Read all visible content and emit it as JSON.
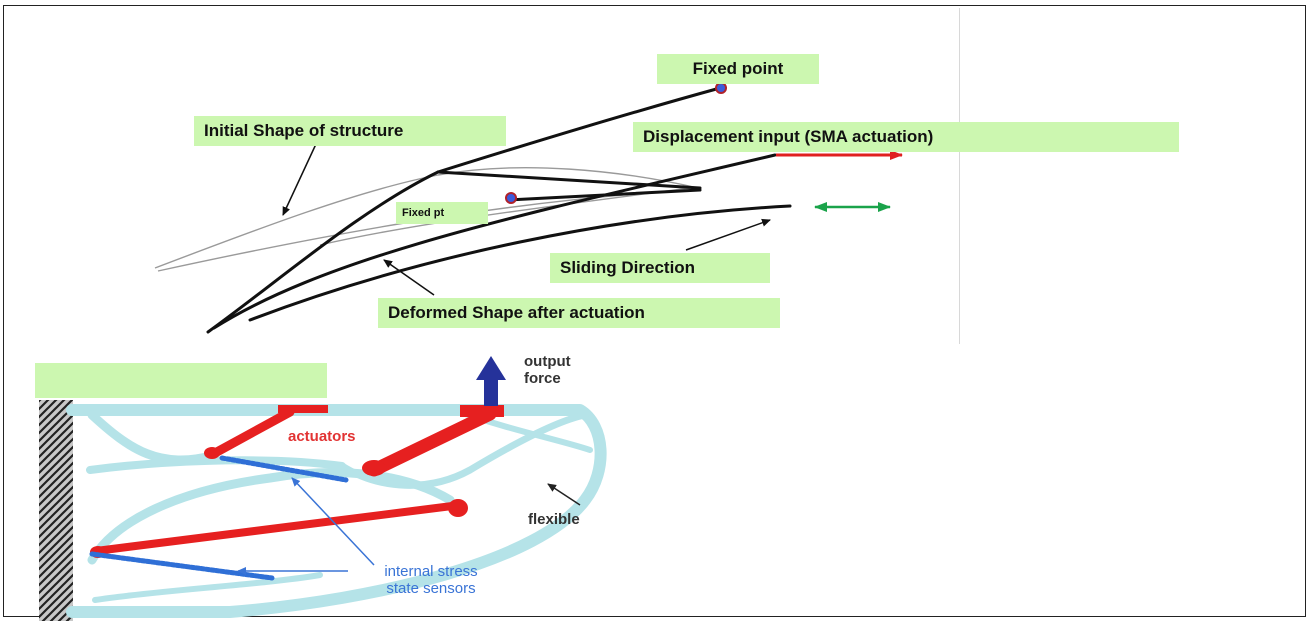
{
  "top_diagram": {
    "labels": {
      "fixed_point": "Fixed point",
      "initial_shape": "Initial Shape of structure",
      "displacement_input": "Displacement input (SMA actuation)",
      "fixed_pt": "Fixed pt",
      "sliding_direction": "Sliding Direction",
      "deformed_shape": "Deformed Shape after actuation"
    },
    "colors": {
      "label_bg": "#ccf7b0",
      "actuation_arrow": "#e02020",
      "sliding_arrow": "#1aa34a",
      "fixed_point_marker": "#3b5bdb"
    }
  },
  "bottom_diagram": {
    "labels": {
      "output_force_line1": "output",
      "output_force_line2": "force",
      "actuators": "actuators",
      "flexible": "flexible",
      "sensors_line1": "internal stress",
      "sensors_line2": "state sensors"
    },
    "colors": {
      "structure": "#b5e3e8",
      "actuator": "#e62020",
      "sensor": "#2f6fd6",
      "force_arrow": "#25329a"
    }
  }
}
